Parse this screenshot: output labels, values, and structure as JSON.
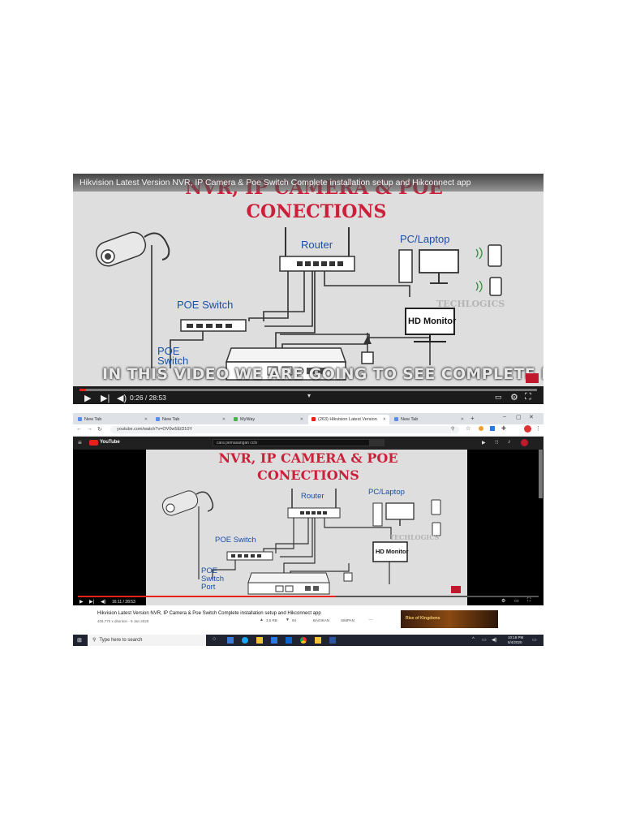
{
  "video": {
    "title": "Hikvision Latest Version NVR, IP Camera & Poe Switch Complete installation setup and Hikconnect app",
    "caption": "IN THIS VIDEO WE ARE GOING TO SEE COMPLETE NVR SETUP",
    "time": "0:26 / 28:53",
    "progress": 0.015
  },
  "diagram": {
    "title_line1": "NVR, IP CAMERA & POE",
    "title_line2": "CONECTIONS",
    "router": "Router",
    "pc_laptop": "PC/Laptop",
    "poe_switch": "POE Switch",
    "poe_switch_port_1": "POE",
    "poe_switch_port_2": "Switch",
    "poe_switch_port_3": "Port",
    "hd_monitor": "HD Monitor",
    "watermark": "TECHLOGICS"
  },
  "browser": {
    "tabs": [
      {
        "label": "New Tab"
      },
      {
        "label": "New Tab"
      },
      {
        "label": "MyWay"
      },
      {
        "label": "(263) Hikvision Latest Version"
      },
      {
        "label": "New Tab"
      }
    ],
    "url": "youtube.com/watch?v=OV0w5EiD10Y",
    "yt_logo": "YouTube",
    "search_value": "cara pemasangan cctv",
    "player_time": "16:11 / 28:53",
    "player_progress": 0.56,
    "video_title": "Hikvision Latest Version NVR, IP Camera & Poe Switch Complete installation setup and Hikconnect app",
    "views": "406,770 x ditonton · 9 Jan 2020",
    "likes": "3,5 RB",
    "dislikes": "94",
    "share": "BAGIKAN",
    "save": "SIMPAN",
    "ad_text": "Rise of Kingdoms"
  },
  "taskbar": {
    "search_placeholder": "Type here to search",
    "time": "10:18 PM",
    "date": "5/4/2020"
  },
  "colors": {
    "accent_red": "#cc1f3a",
    "label_blue": "#1b4fa5",
    "yt_red": "#e62117"
  }
}
